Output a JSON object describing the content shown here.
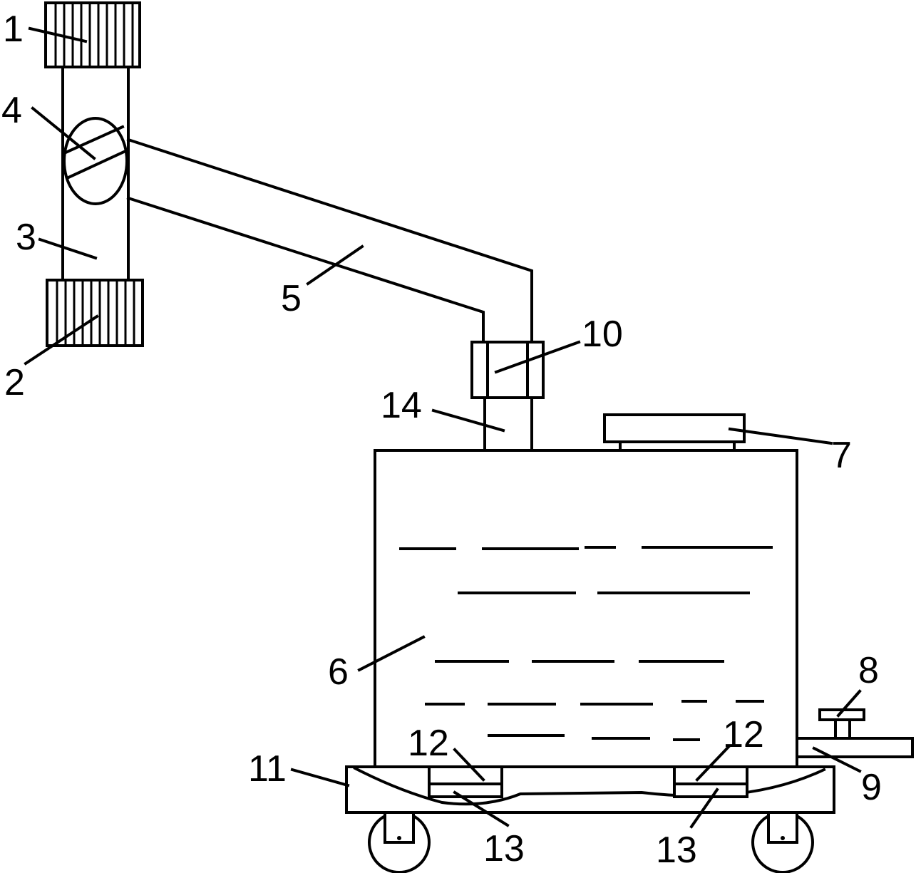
{
  "labels": {
    "l1": "1",
    "l2": "2",
    "l3": "3",
    "l4": "4",
    "l5": "5",
    "l6": "6",
    "l7": "7",
    "l8": "8",
    "l9": "9",
    "l10": "10",
    "l11": "11",
    "l12a": "12",
    "l12b": "12",
    "l13a": "13",
    "l13b": "13",
    "l14": "14"
  }
}
